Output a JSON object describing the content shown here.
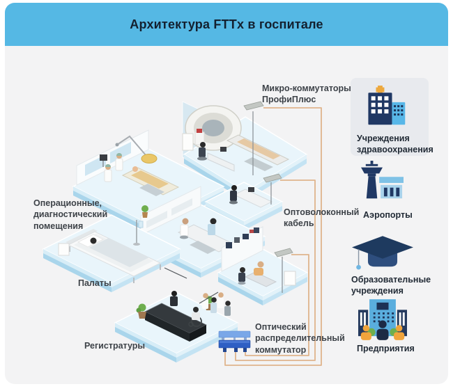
{
  "header": {
    "title": "Архитектура FTTx в госпитале"
  },
  "labels": {
    "operating_rooms": "Операционные,\nдиагностический\nпомещения",
    "wards": "Палаты",
    "registration": "Регистратуры",
    "micro_switches": "Микро-коммутаторы\nПрофиПлюс",
    "fiber_cable": "Оптоволоконный\nкабель",
    "optical_switch": "Оптический\nраспределительный\nкоммутатор"
  },
  "sidebar": {
    "items": [
      {
        "id": "healthcare",
        "icon": "hospital-icon",
        "label": "Учреждения\nздравоохранения"
      },
      {
        "id": "airports",
        "icon": "airport-icon",
        "label": "Аэропорты"
      },
      {
        "id": "education",
        "icon": "education-icon",
        "label": "Образовательные\nучреждения"
      },
      {
        "id": "enterprises",
        "icon": "enterprise-icon",
        "label": "Предприятия"
      }
    ]
  },
  "colors": {
    "header_bg": "#55b8e4",
    "card_bg": "#f3f3f4",
    "cable": "#dfb48c",
    "icon_navy": "#203864",
    "icon_light_blue": "#58b7e8",
    "accent_orange": "#eda93f",
    "switch_top_bar": "#7aa7e8",
    "switch_bottom_bar": "#2e5fc4",
    "platform_top": "#e9f5fb"
  }
}
